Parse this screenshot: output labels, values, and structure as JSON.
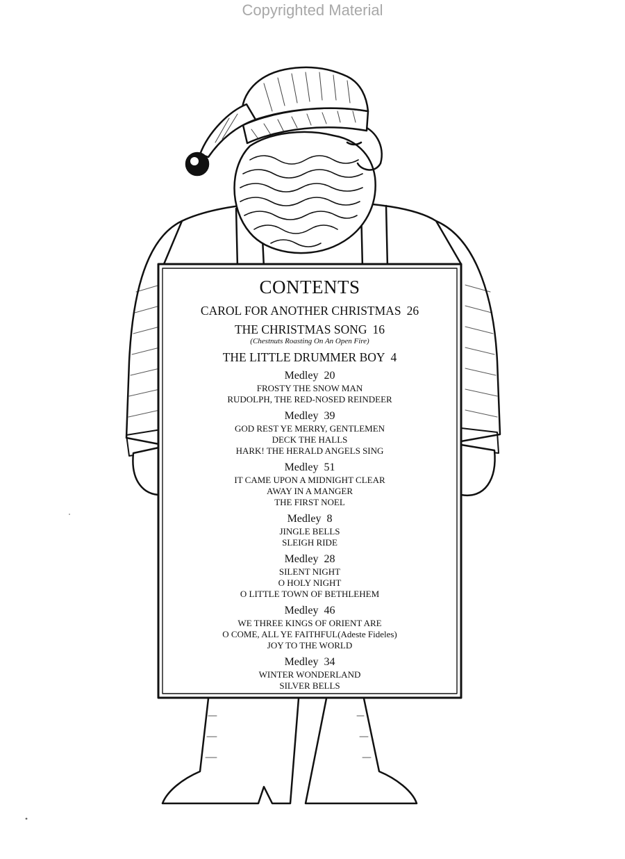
{
  "watermark": "Copyrighted Material",
  "contents": {
    "heading": "CONTENTS",
    "main_entries": [
      {
        "title": "CAROL FOR ANOTHER CHRISTMAS",
        "page": "26",
        "subtitle": ""
      },
      {
        "title": "THE CHRISTMAS SONG",
        "page": "16",
        "subtitle": "(Chestnuts Roasting On An Open Fire)"
      },
      {
        "title": "THE LITTLE DRUMMER BOY",
        "page": "4",
        "subtitle": ""
      }
    ],
    "medleys": [
      {
        "label": "Medley",
        "page": "20",
        "songs": [
          "FROSTY THE SNOW MAN",
          "RUDOLPH, THE RED-NOSED REINDEER"
        ]
      },
      {
        "label": "Medley",
        "page": "39",
        "songs": [
          "GOD REST YE MERRY, GENTLEMEN",
          "DECK THE HALLS",
          "HARK! THE HERALD ANGELS SING"
        ]
      },
      {
        "label": "Medley",
        "page": "51",
        "songs": [
          "IT CAME UPON A MIDNIGHT CLEAR",
          "AWAY IN A MANGER",
          "THE FIRST NOEL"
        ]
      },
      {
        "label": "Medley",
        "page": "8",
        "songs": [
          "JINGLE BELLS",
          "SLEIGH RIDE"
        ]
      },
      {
        "label": "Medley",
        "page": "28",
        "songs": [
          "SILENT NIGHT",
          "O HOLY NIGHT",
          "O LITTLE TOWN OF BETHLEHEM"
        ]
      },
      {
        "label": "Medley",
        "page": "46",
        "songs": [
          "WE THREE KINGS OF ORIENT ARE",
          "O COME, ALL YE FAITHFUL(Adeste Fideles)",
          "JOY TO THE WORLD"
        ]
      },
      {
        "label": "Medley",
        "page": "34",
        "songs": [
          "WINTER WONDERLAND",
          "SILVER BELLS"
        ]
      }
    ]
  },
  "illustration": {
    "subject": "santa-holding-sign-illustration",
    "ink_color": "#111111",
    "paper_color": "#ffffff"
  }
}
